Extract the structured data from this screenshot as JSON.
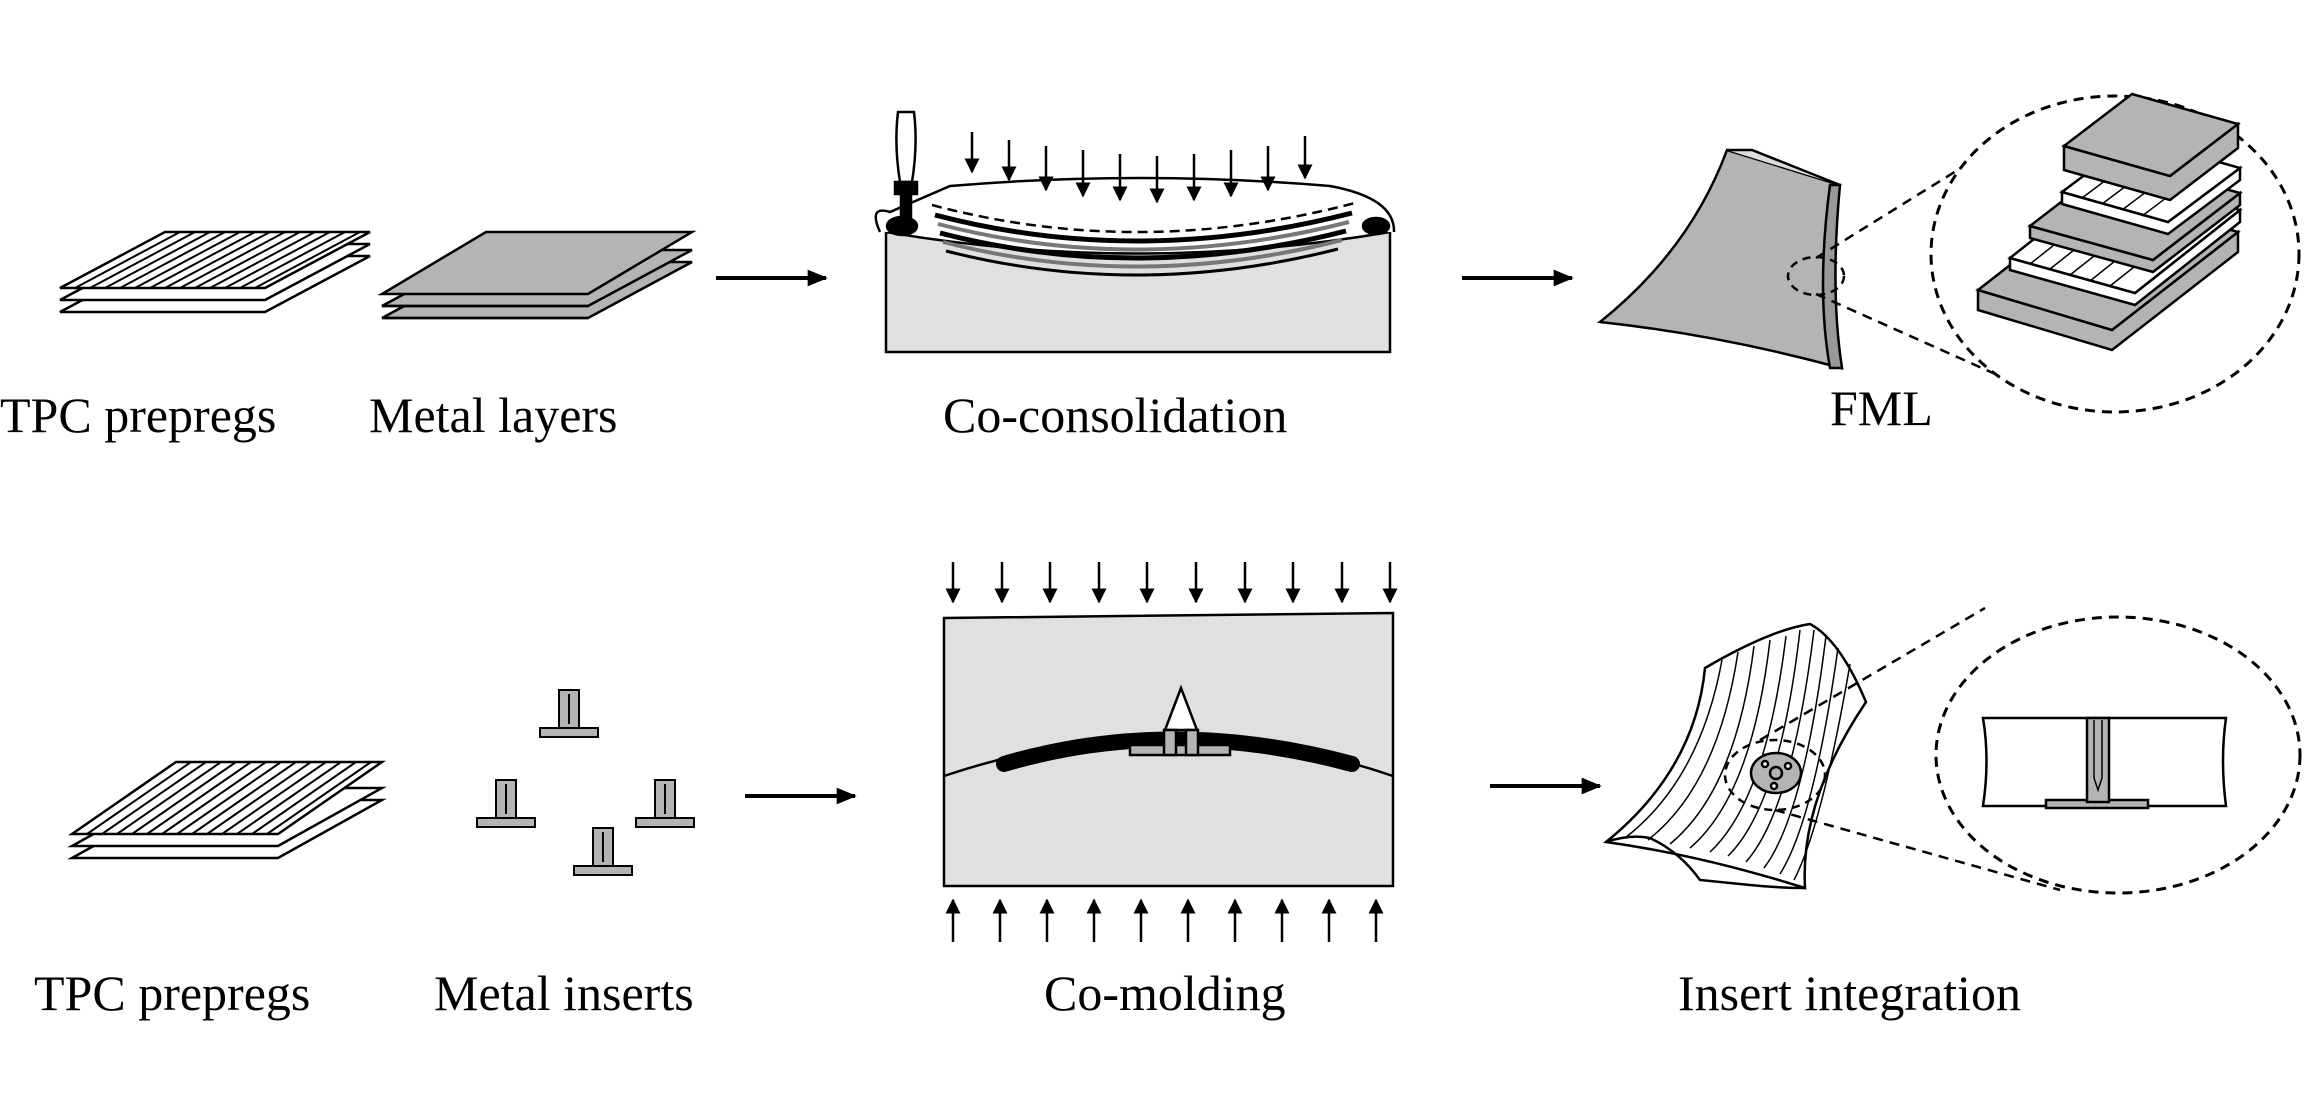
{
  "labels": {
    "row1": {
      "tpc_prepregs": "TPC prepregs",
      "metal_layers": "Metal layers",
      "process": "Co-consolidation",
      "result": "FML"
    },
    "row2": {
      "tpc_prepregs": "TPC prepregs",
      "metal_inserts": "Metal inserts",
      "process": "Co-molding",
      "result": "Insert integration"
    }
  },
  "colors": {
    "outline": "#000000",
    "fill_light": "#e0e0e0",
    "fill_metal": "#b4b4b4",
    "fill_dark": "#999999"
  }
}
